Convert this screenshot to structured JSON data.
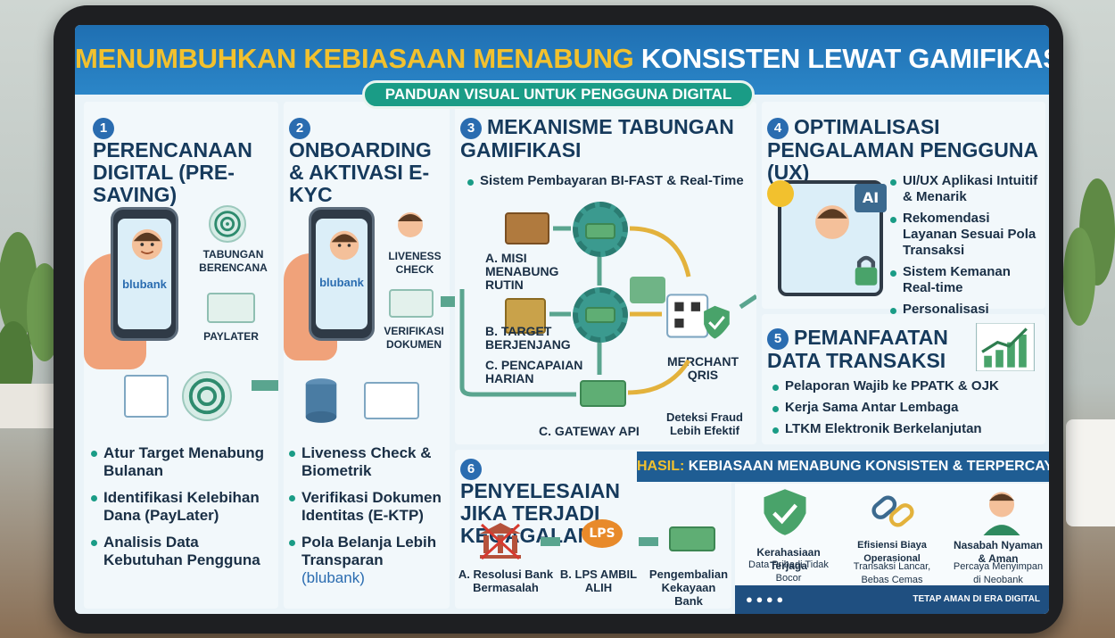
{
  "header": {
    "title_part1": "MENUMBUHKAN KEBIASAAN MENABUNG",
    "title_part2": "KONSISTEN LEWAT GAMIFIKASI NEOBANK",
    "subtitle": "PANDUAN VISUAL UNTUK PENGGUNA DIGITAL"
  },
  "section1": {
    "number": "1",
    "title": "PERENCANAAN DIGITAL (PRE-SAVING)",
    "phone_brand": "blubank",
    "icon_labels": [
      "TABUNGAN BERENCANA",
      "PAYLATER"
    ],
    "bullets": [
      "Atur Target Menabung Bulanan",
      "Identifikasi Kelebihan Dana (PayLater)",
      "Analisis Data Kebutuhan Pengguna"
    ]
  },
  "section2": {
    "number": "2",
    "title": "ONBOARDING & AKTIVASI E-KYC",
    "phone_brand": "blubank",
    "icon_labels": [
      "LIVENESS CHECK",
      "VERIFIKASI DOKUMEN"
    ],
    "bullets": [
      "Liveness Check & Biometrik",
      "Verifikasi Dokumen Identitas (E-KTP)",
      "Pola Belanja Lebih Transparan"
    ],
    "bullet3_suffix": "(blubank)"
  },
  "section3": {
    "number": "3",
    "title": "MEKANISME TABUNGAN GAMIFIKASI",
    "top_bullet": "Sistem Pembayaran BI-FAST & Real-Time",
    "steps": [
      "A. MISI MENABUNG RUTIN",
      "B. TARGET BERJENJANG",
      "C. PENCAPAIAN HARIAN",
      "C. GATEWAY API"
    ],
    "merchant": "MERCHANT QRIS",
    "fraud": "Deteksi Fraud Lebih Efektif"
  },
  "section4": {
    "number": "4",
    "title": "OPTIMALISASI PENGALAMAN PENGGUNA (UX)",
    "ai_label": "AI",
    "bullets": [
      "UI/UX Aplikasi Intuitif & Menarik",
      "Rekomendasi Layanan Sesuai Pola Transaksi",
      "Sistem Kemanan Real-time",
      "Personalisasi Layanan untuk Kenyamanan"
    ]
  },
  "section5": {
    "number": "5",
    "title": "PEMANFAATAN DATA TRANSAKSI",
    "bullets": [
      "Pelaporan Wajib ke PPATK & OJK",
      "Kerja Sama Antar Lembaga",
      "LTKM Elektronik Berkelanjutan"
    ]
  },
  "section6": {
    "number": "6",
    "title": "PENYELESAIAN JIKA TERJADI KEGAGALAN",
    "lps_logo": "LPS",
    "steps": [
      "A. Resolusi Bank Bermasalah",
      "B. LPS AMBIL ALIH",
      "Pengembalian Kekayaan Bank"
    ]
  },
  "result": {
    "label": "HASIL:",
    "text": "KEBIASAAN MENABUNG KONSISTEN & TERPERCAYA",
    "items": [
      {
        "title": "Kerahasiaan Terjaga",
        "desc": "Data Pribadi Tidak Bocor"
      },
      {
        "title": "Efisiensi Biaya Operasional",
        "desc": "Transaksi Lancar, Bebas Cemas"
      },
      {
        "title": "Nasabah Nyaman & Aman",
        "desc": "Percaya Menyimpan di Neobank"
      }
    ]
  },
  "footer": {
    "tagline": "TETAP AMAN DI ERA DIGITAL"
  },
  "colors": {
    "header_blue": "#2b86c8",
    "title_gold": "#f2c12e",
    "teal_accent": "#1a9c86",
    "navy_text": "#163a5c"
  }
}
